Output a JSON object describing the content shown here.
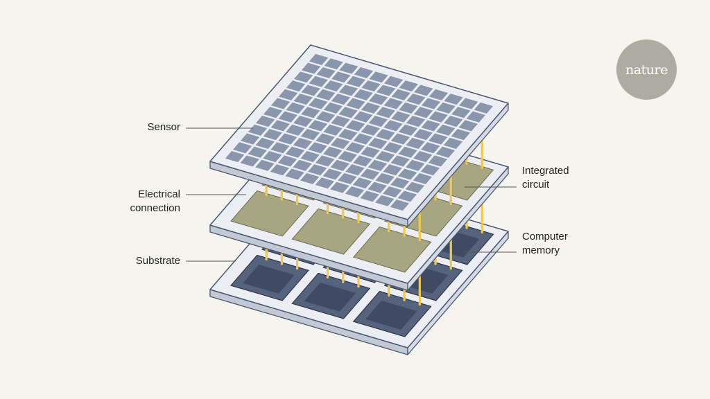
{
  "labels": {
    "sensor": "Sensor",
    "electrical_connection": "Electrical\nconnection",
    "substrate": "Substrate",
    "integrated_circuit": "Integrated\ncircuit",
    "computer_memory": "Computer\nmemory"
  },
  "logo": "nature",
  "structure": {
    "sensor_grid": 12,
    "chips_per_side": 3,
    "pins_per_chip": 3
  },
  "colors": {
    "background": "#f5f4ee",
    "plate_top": "#eceef3",
    "plate_edge": "#c3c8d5",
    "outline": "#4a5670",
    "sensor_cell": "#8a96ab",
    "integrated_circuit": "#a8a582",
    "memory": "#56637c",
    "memory_inner": "#3f4b64",
    "pin": "#f0c94a"
  }
}
